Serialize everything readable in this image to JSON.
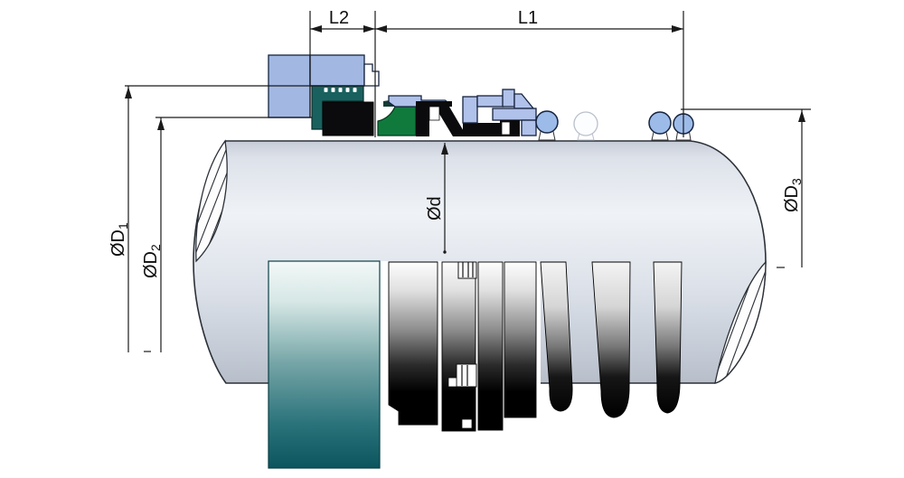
{
  "diagram": {
    "title": "mechanical-seal-cross-section",
    "dimensions": {
      "l2": "L2",
      "l1": "L1",
      "d1": {
        "main": "ØD",
        "sub": "1"
      },
      "d2": {
        "main": "ØD",
        "sub": "2"
      },
      "d": {
        "main": "Ød",
        "sub": ""
      },
      "d3": {
        "main": "ØD",
        "sub": "3"
      }
    },
    "colors": {
      "gland_blue": "#a2b8e3",
      "retainer_blue": "#b0c1ea",
      "spring_wire_blue": "#9dbbe9",
      "bellows_teal": "#19615f",
      "seat_green": "#107a3c",
      "seat_3d_teal_dark": "#0c545e",
      "component_black": "#0b0b0d",
      "shaft_light": "#eff2f6",
      "shaft_dark": "#b7bec9",
      "line_color": "#1a1a1a"
    }
  }
}
